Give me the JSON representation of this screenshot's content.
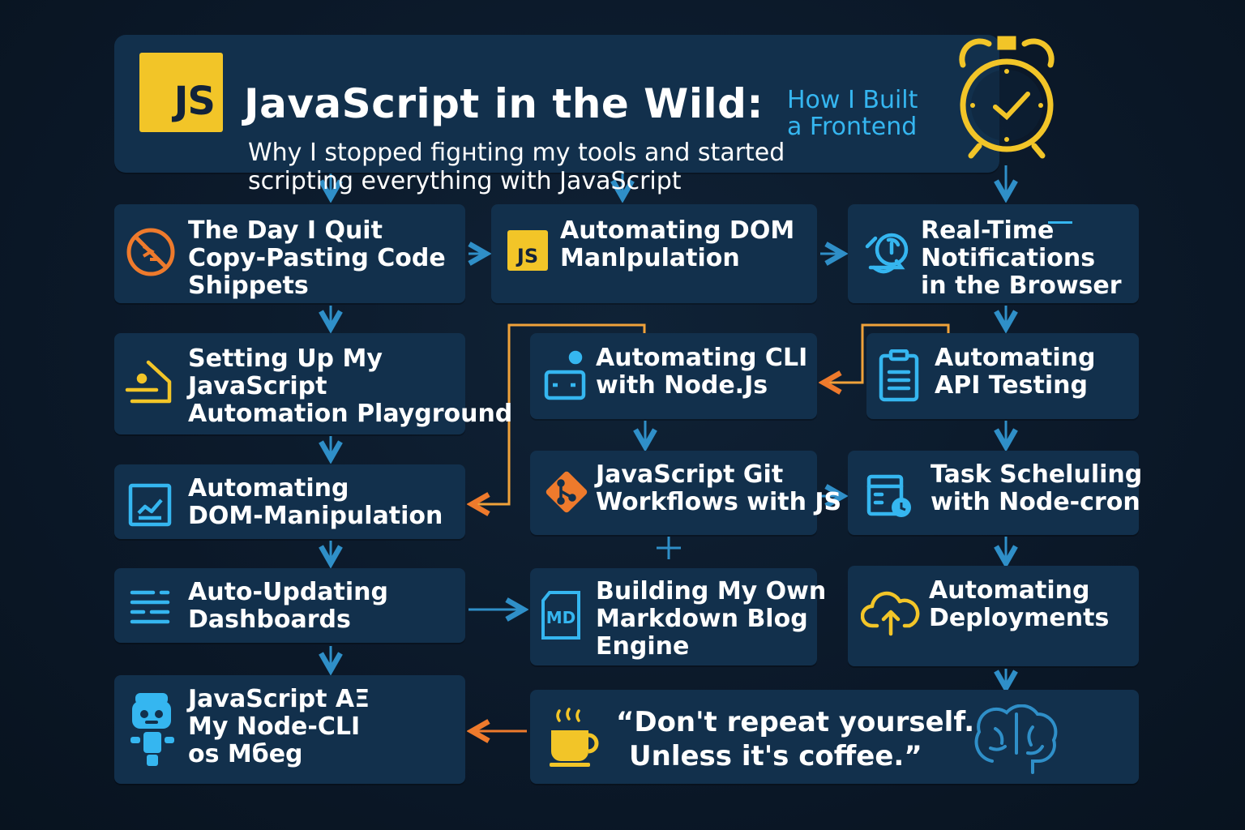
{
  "header": {
    "badge": "JS",
    "title": "JavaScript in the Wild:",
    "tag_line1": "How I Built",
    "tag_line2": "a Frontend",
    "subtitle_line1": "Why I stopped figнting my tools and started",
    "subtitle_line2": "scripting everything with JavaScript"
  },
  "nodes": {
    "quit_copy": [
      "The Day I Quit",
      "Copy-Pasting Code",
      "Shippets"
    ],
    "dom_manip": [
      "Automating DOM",
      "Manlpulation"
    ],
    "notifications": [
      "Real-Time",
      "Notifications",
      "in the Browser"
    ],
    "playground": [
      "Setting Up My",
      "JavaScript",
      "Automation Playground"
    ],
    "cli_node": [
      "Automating CLI",
      "with Node.Js"
    ],
    "api_testing": [
      "Automating",
      "API Testing"
    ],
    "dom_manip2": [
      "Automating",
      "DOM-Manipulation"
    ],
    "git_workflows": [
      "JavaScript Git",
      "Workflows with JS"
    ],
    "task_scheduling": [
      "Task Scheluling",
      "with Node-cron"
    ],
    "dashboards": [
      "Auto-Updating",
      "Dashboards"
    ],
    "markdown_blog": [
      "Building My Own",
      "Markdown Blog",
      "Engine"
    ],
    "deployments": [
      "Automating",
      "Deployments"
    ],
    "ai_cli": [
      "JavaScript AΞ",
      "My Node-CLI",
      "os Mбeg"
    ]
  },
  "icon_labels": {
    "js_small": "JS",
    "md": "MD"
  },
  "quote": {
    "line1": "“Don't repeat yourself.",
    "line2": "Unless it's coffee.”"
  },
  "colors": {
    "background": "#0b1a2b",
    "card": "#12304c",
    "accent_blue": "#35b6f0",
    "accent_yellow": "#f2c528",
    "accent_orange": "#ee7a2c",
    "arrow_blue": "#2f8fc8"
  },
  "icons": [
    "js-logo",
    "alarm-clock-icon",
    "no-copy-icon",
    "js-icon",
    "notification-bell-icon",
    "playground-icon",
    "cli-terminal-icon",
    "document-list-icon",
    "chart-icon",
    "git-icon",
    "calendar-clock-icon",
    "dashboard-lines-icon",
    "markdown-icon",
    "cloud-upload-icon",
    "robot-icon",
    "coffee-cup-icon",
    "brain-icon"
  ]
}
